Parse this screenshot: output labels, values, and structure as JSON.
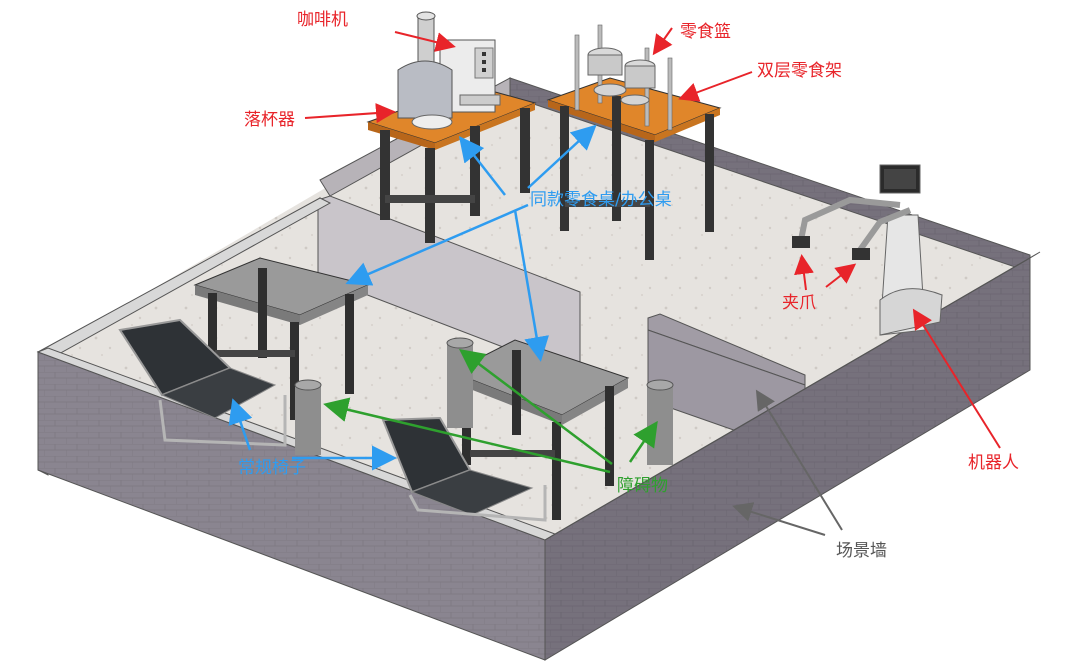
{
  "labels": {
    "coffee_machine": "咖啡机",
    "snack_basket": "零食篮",
    "double_snack_rack": "双层零食架",
    "cup_dropper": "落杯器",
    "same_table": "同款零食桌/办公桌",
    "gripper": "夹爪",
    "robot": "机器人",
    "regular_chair": "常规椅子",
    "obstacle": "障碍物",
    "scene_wall": "场景墙"
  },
  "colors": {
    "red_label": "#e8242a",
    "blue_label": "#2e9cf0",
    "green_label": "#2ea02e",
    "gray_label": "#555555",
    "wall_front": "#8a8590",
    "wall_top": "#d8d8d8",
    "floor": "#e4e1de",
    "table_top_orange": "#e0862a",
    "table_top_gray": "#9a9a9a"
  }
}
